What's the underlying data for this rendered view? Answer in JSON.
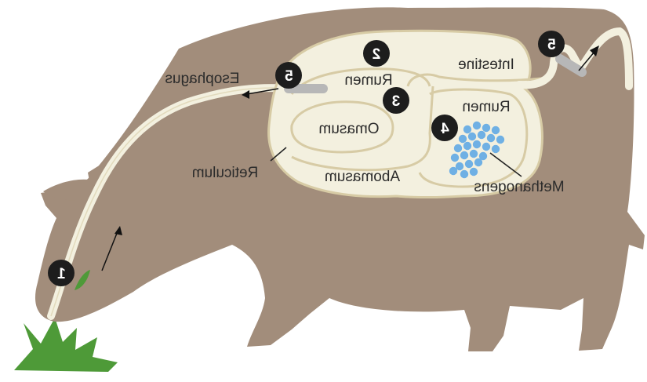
{
  "diagram": {
    "colors": {
      "body": "#a28d7b",
      "stomach": "#f3f0df",
      "outline": "#d7cba5",
      "grass": "#4e9a38",
      "microbes": "#6fb0e4",
      "badge": "#1d1d1d"
    },
    "labels": {
      "esophagus": "Esophagus",
      "rumen_top": "Rumen",
      "intestine": "Intestine",
      "rumen_right": "Rumen",
      "omasum": "Omasum",
      "reticulum": "Reticulum",
      "abomasum": "Abomasum",
      "methanogens": "Methanogens"
    },
    "steps": {
      "mouth": "1",
      "rumen": "2",
      "omasum": "3",
      "methanogens": "4",
      "esophagus": "5",
      "intestine": "5"
    }
  }
}
